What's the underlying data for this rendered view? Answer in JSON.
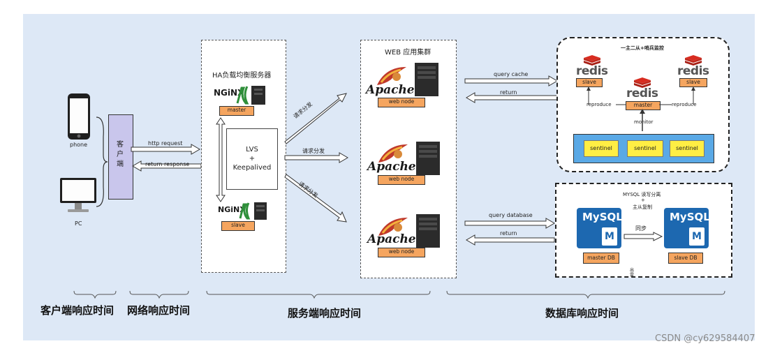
{
  "client": {
    "phone_label": "phone",
    "pc_label": "PC",
    "box_label": "客户端"
  },
  "network": {
    "request_label": "http request",
    "response_label": "return response"
  },
  "ha": {
    "title": "HA负载均衡服务器",
    "nginx_logo": "NGiNX",
    "master_label": "master",
    "slave_label": "slave",
    "lvs_line1": "LVS",
    "lvs_line2": "+",
    "lvs_line3": "Keepalived"
  },
  "dispatch": {
    "label_top": "请求分发",
    "label_mid": "请求分发",
    "label_bot": "请求分发"
  },
  "web": {
    "title": "WEB 应用集群",
    "apache_logo": "Apache",
    "node_label": "web node"
  },
  "cache": {
    "query_label": "query cache",
    "return_label": "return",
    "title": "一主二从+哨兵监控",
    "redis_logo": "redis",
    "slave_label": "slave",
    "master_label": "master",
    "reproduce_label": "reproduce",
    "monitor_label": "monitor",
    "sentinel_label": "sentinel"
  },
  "database": {
    "query_label": "query database",
    "return_label": "return",
    "title_line1": "MYSQL 读写分离",
    "title_line2": "+",
    "title_line3": "主从复制",
    "mysql_logo": "MySQL",
    "mysql_m": "M",
    "sync_label": "同步",
    "master_db_label": "master DB",
    "slave_db_label": "slave DB",
    "stray_text": "出\n雷"
  },
  "timeline": {
    "client_time": "客户端响应时间",
    "network_time": "网络响应时间",
    "server_time": "服务端响应时间",
    "db_time": "数据库响应时间"
  },
  "watermark": "CSDN @cy629584407",
  "colors": {
    "panel_bg": "#dde8f6",
    "tag_orange": "#f5a55f",
    "sentinel_yellow": "#ffee44",
    "client_box": "#c9c6ec",
    "sentinel_bar": "#5aa9e6",
    "mysql_blue": "#1d68b0",
    "redis_red": "#d82c20"
  }
}
